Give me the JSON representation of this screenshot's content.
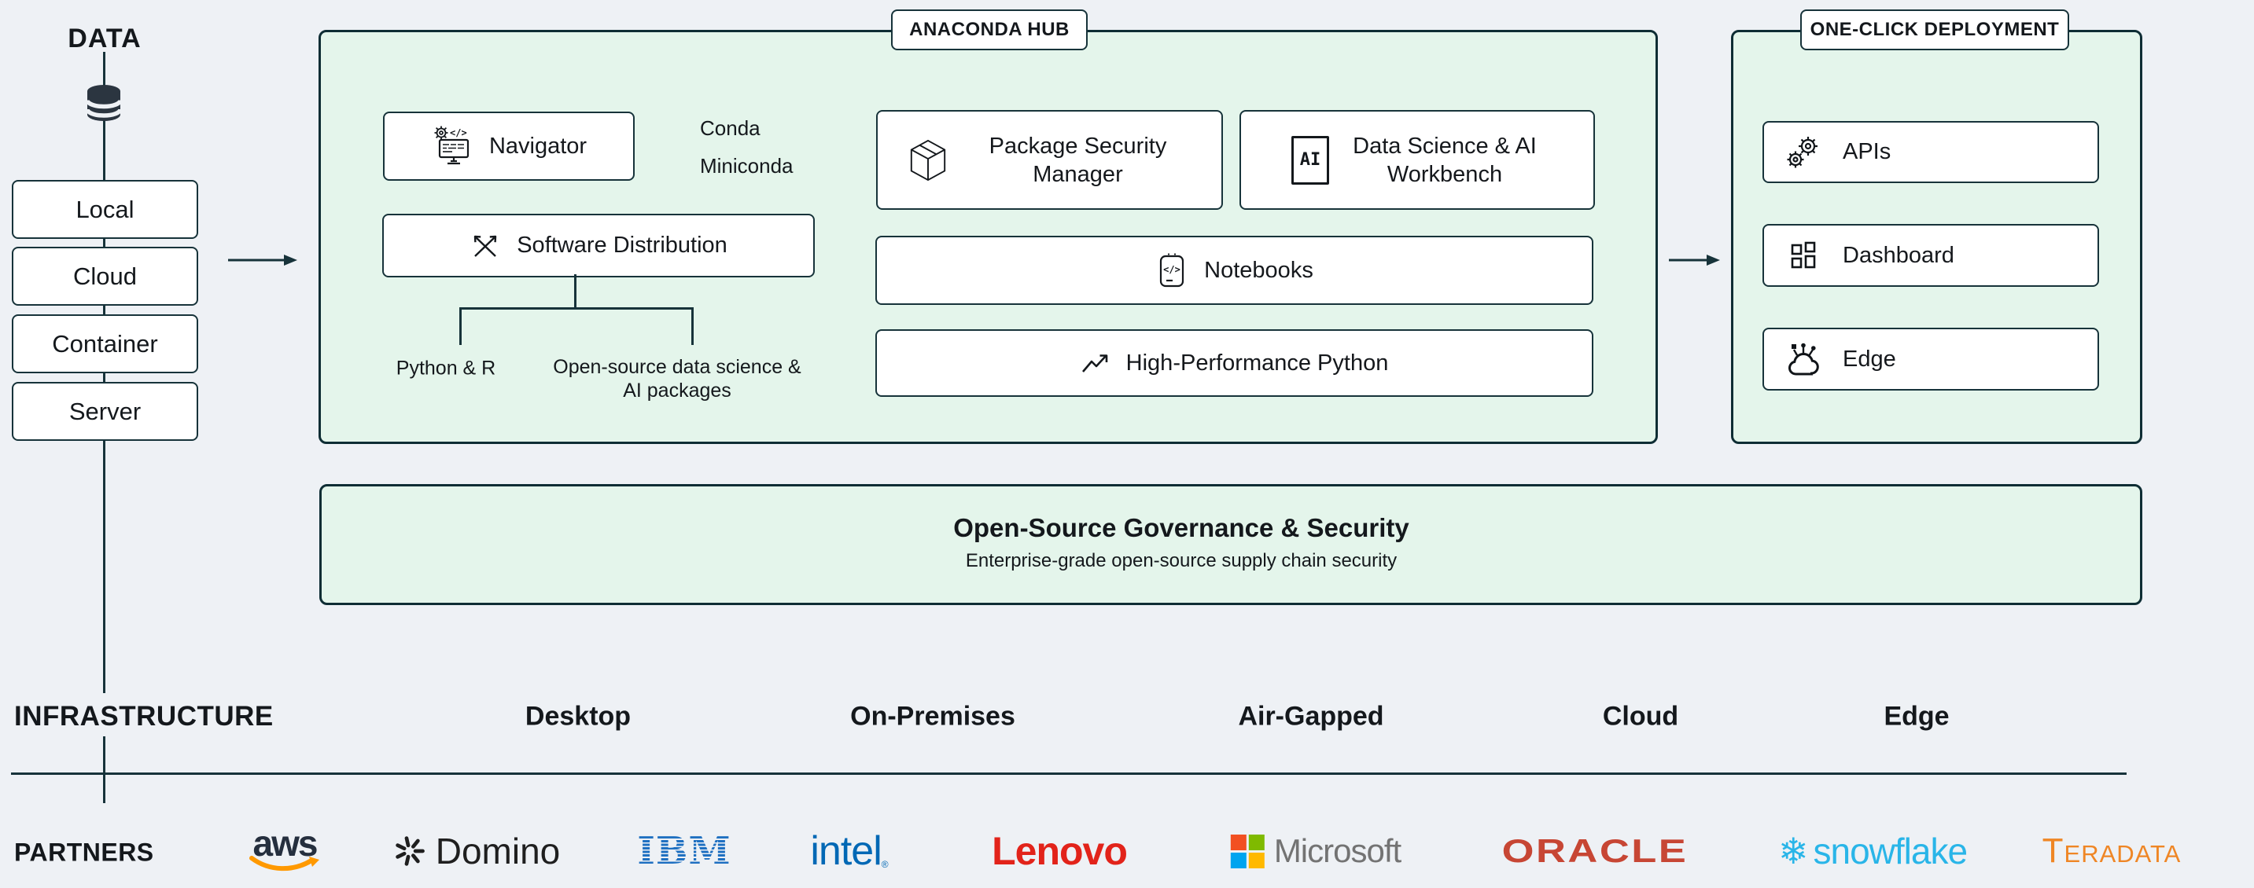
{
  "colors": {
    "background": "#eef1f5",
    "panel_fill": "#e4f5eb",
    "panel_border": "#0e2d34",
    "box_border": "#17333a",
    "text": "#14181c",
    "aws_navy": "#252f3e",
    "aws_orange": "#ff9900",
    "domino_black": "#1f1f1f",
    "ibm_blue": "#1f70c1",
    "intel_blue": "#0068b5",
    "lenovo_red": "#e2231a",
    "microsoft_gray": "#737373",
    "microsoft_red": "#f25022",
    "microsoft_green": "#7fba00",
    "microsoft_blue": "#00a4ef",
    "microsoft_yellow": "#ffb900",
    "oracle_red": "#c74634",
    "snowflake_blue": "#29b5e8",
    "teradata_orange": "#ef8625"
  },
  "icons": {
    "data": "database-cylinder-icon",
    "navigator": "monitor-gear-code-icon",
    "package_security_manager": "package-cube-icon",
    "workbench": "ai-badge-icon",
    "software_distribution": "crossed-arrows-icon",
    "notebooks": "code-notebook-icon",
    "high_performance_python": "trend-up-icon",
    "apis": "gears-icon",
    "dashboard": "grid-squares-icon",
    "edge": "iot-cloud-icon",
    "aws": "aws-smile-arrow-icon",
    "domino": "swirl-icon",
    "microsoft": "four-squares-icon",
    "snowflake": "snowflake-icon"
  },
  "data_flow": {
    "title": "DATA",
    "sources": [
      "Local",
      "Cloud",
      "Container",
      "Server"
    ]
  },
  "hub": {
    "tag": "ANACONDA HUB",
    "navigator": "Navigator",
    "conda": "Conda",
    "miniconda": "Miniconda",
    "package_security_manager": "Package Security Manager",
    "data_science_ai_workbench": "Data Science & AI Workbench",
    "ai_badge": "AI",
    "software_distribution": "Software Distribution",
    "branch_python_r": "Python & R",
    "branch_open_source": "Open-source data science & AI packages",
    "notebooks": "Notebooks",
    "high_performance_python": "High-Performance Python"
  },
  "deployment": {
    "tag": "ONE-CLICK DEPLOYMENT",
    "apis": "APIs",
    "dashboard": "Dashboard",
    "edge": "Edge"
  },
  "governance": {
    "title": "Open-Source Governance & Security",
    "subtitle": "Enterprise-grade open-source supply chain security"
  },
  "infrastructure": {
    "label": "INFRASTRUCTURE",
    "items": [
      "Desktop",
      "On-Premises",
      "Air-Gapped",
      "Cloud",
      "Edge"
    ]
  },
  "partners": {
    "label": "PARTNERS",
    "aws": "aws",
    "domino": "Domino",
    "ibm": "IBM",
    "intel": "intel",
    "intel_reg": "®",
    "lenovo": "Lenovo",
    "microsoft": "Microsoft",
    "oracle": "ORACLE",
    "snowflake": "snowflake",
    "snowflake_glyph": "❄",
    "teradata": "Teradata"
  }
}
